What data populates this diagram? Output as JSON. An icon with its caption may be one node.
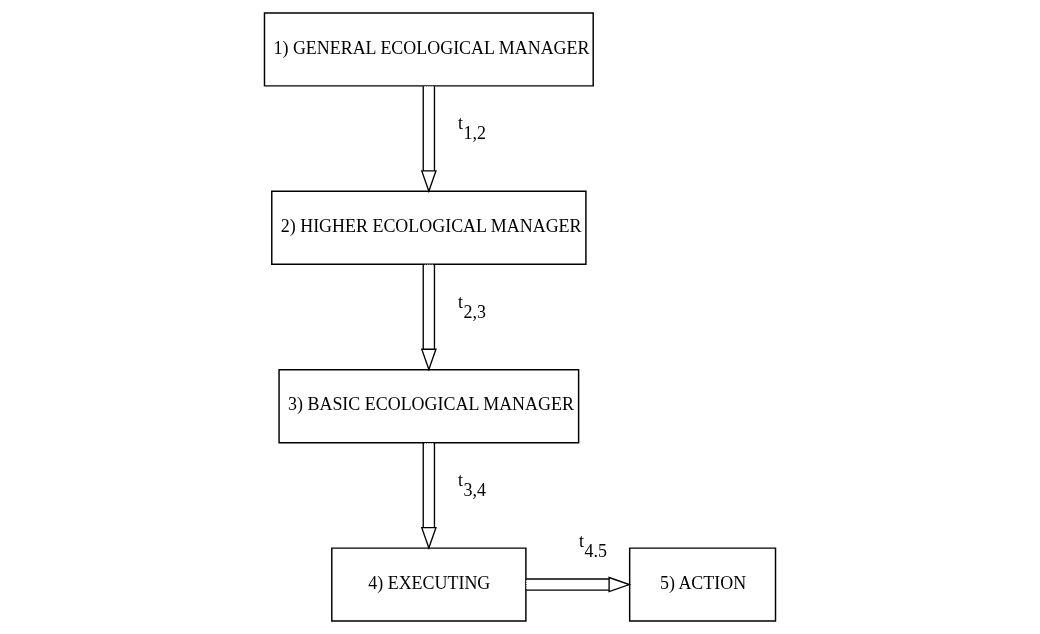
{
  "diagram": {
    "nodes": [
      {
        "text": [
          "1) GENERAL ECOLOGICAL MANAGER"
        ]
      },
      {
        "text": [
          "2) HIGHER ECOLOGICAL MANAGER"
        ]
      },
      {
        "text": [
          "3) BASIC ECOLOGICAL MANAGER"
        ]
      },
      {
        "text": [
          "4) EXECUTING"
        ]
      },
      {
        "text": [
          "5) ACTION"
        ]
      }
    ],
    "edges": [
      {
        "from": 0,
        "to": 1,
        "arrow": "to",
        "label": "t$_{1,2}$"
      },
      {
        "from": 1,
        "to": 2,
        "arrow": "to",
        "label": "t$_{2,3}$"
      },
      {
        "from": 2,
        "to": 3,
        "arrow": "to",
        "label": "t$_{3,4}$"
      },
      {
        "from": 3,
        "to": 4,
        "arrow": "to",
        "label": "t$_{4.5}$"
      }
    ]
  }
}
